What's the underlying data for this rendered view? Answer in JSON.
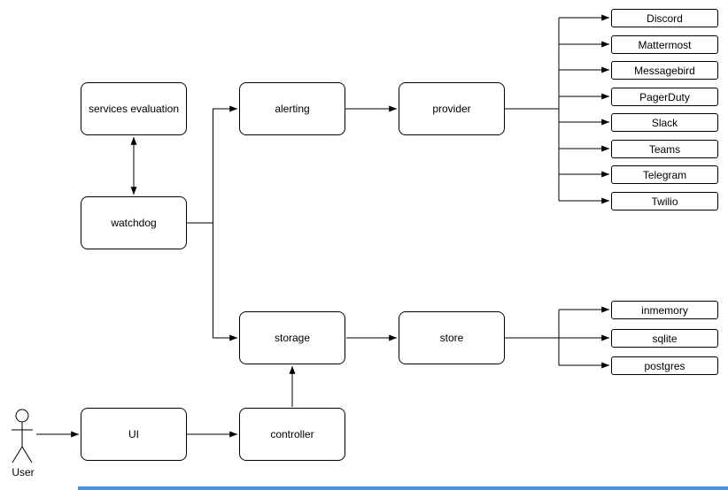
{
  "diagram": {
    "nodes": {
      "services_evaluation": "services evaluation",
      "watchdog": "watchdog",
      "alerting": "alerting",
      "provider": "provider",
      "storage": "storage",
      "store": "store",
      "ui": "UI",
      "controller": "controller"
    },
    "provider_types": [
      "Discord",
      "Mattermost",
      "Messagebird",
      "PagerDuty",
      "Slack",
      "Teams",
      "Telegram",
      "Twilio"
    ],
    "store_types": [
      "inmemory",
      "sqlite",
      "postgres"
    ],
    "actor_label": "User"
  },
  "colors": {
    "background": "#ffffff",
    "stroke": "#000000",
    "text": "#000000",
    "scrollbar_thumb": "#4a90e2"
  }
}
